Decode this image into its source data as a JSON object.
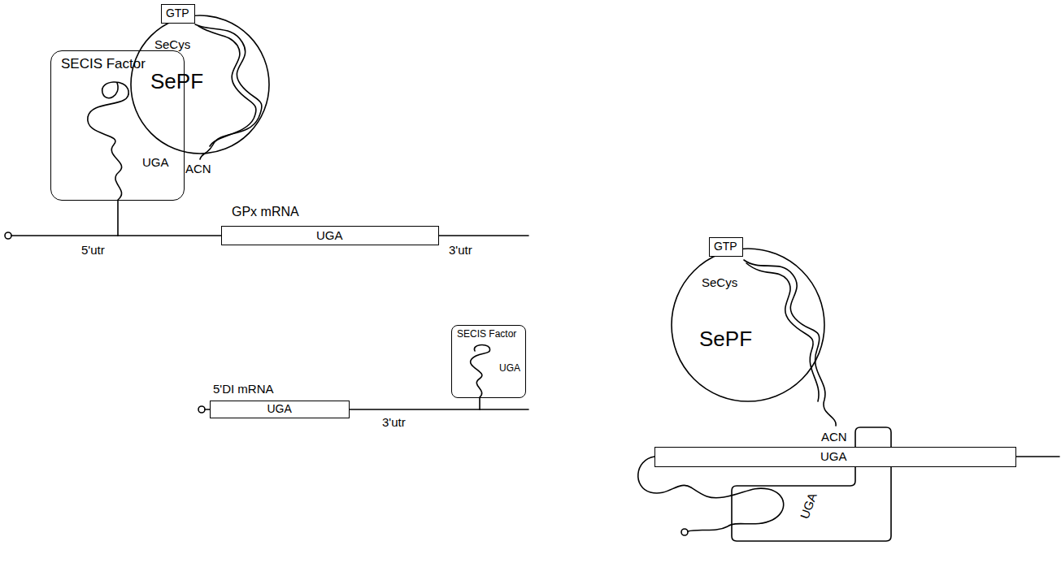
{
  "diagram": {
    "nodes": [
      {
        "text": [
          "SeCys",
          "SePF"
        ]
      },
      {
        "text": [
          "GTP"
        ],
        "in": 0
      },
      {
        "text": [
          "SECIS Factor",
          "UGA"
        ]
      },
      {
        "text": [
          "UGA"
        ]
      },
      {
        "text": [
          "UGA"
        ]
      },
      {
        "text": [
          "SECIS Factor",
          "UGA"
        ]
      },
      {
        "text": [
          "SeCys",
          "SePF"
        ]
      },
      {
        "text": [
          "GTP"
        ],
        "in": 6
      },
      {
        "text": [
          "UGA"
        ]
      },
      {
        "text": [
          "UGA"
        ]
      }
    ],
    "edges": [
      {
        "from": 2,
        "to": 3,
        "arrow": "none"
      },
      {
        "from": 4,
        "to": 5,
        "arrow": "none"
      }
    ],
    "labels": [
      "ACN",
      "5'utr",
      "GPx mRNA",
      "3'utr",
      "5'DI mRNA",
      "3'utr",
      "ACN"
    ]
  }
}
